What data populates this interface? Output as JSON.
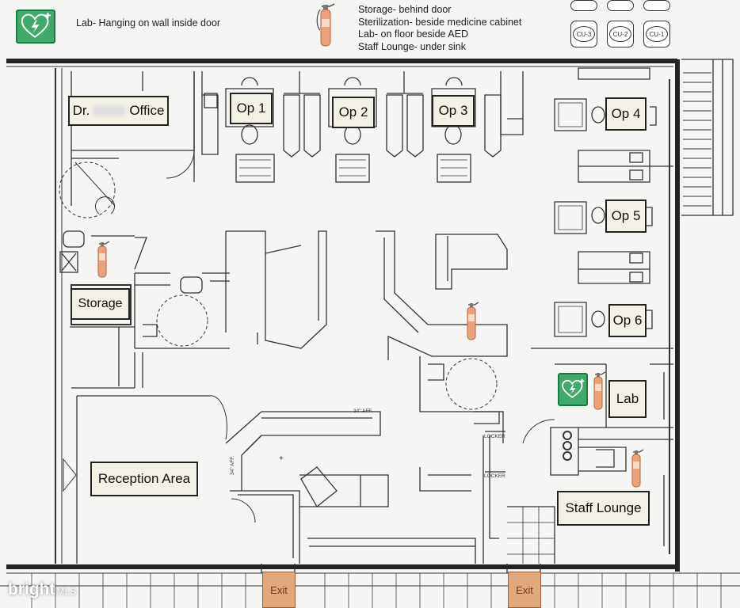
{
  "legend": {
    "lab_note": "Lab- Hanging on wall inside door",
    "extinguisher_notes": [
      "Storage- behind door",
      "Sterilization- beside medicine cabinet",
      "Lab- on floor beside AED",
      "Staff Lounge- under sink"
    ]
  },
  "condenser_units": [
    "CU-3",
    "CU-2",
    "CU-1"
  ],
  "rooms": {
    "dr_office_prefix": "Dr.",
    "dr_office_suffix": "Office",
    "op1": "Op 1",
    "op2": "Op 2",
    "op3": "Op 3",
    "op4": "Op 4",
    "op5": "Op 5",
    "op6": "Op 6",
    "storage": "Storage",
    "reception": "Reception Area",
    "lab": "Lab",
    "staff_lounge": "Staff Lounge"
  },
  "notes": {
    "counter_height_1": "34\" AFF.",
    "counter_height_2": "34\" AFF.",
    "locker_1": "LOCKER",
    "locker_2": "LOCKER"
  },
  "exits": [
    "Exit",
    "Exit"
  ],
  "watermark": {
    "brand": "bright",
    "suffix": "MLS"
  },
  "colors": {
    "aed_green": "#3faa6a",
    "extinguisher_orange": "#e9a27c",
    "exit_fill": "#e3a77c",
    "label_fill": "#f3f1e6"
  },
  "icons": [
    "aed-icon",
    "fire-extinguisher-icon",
    "condenser-unit-icon",
    "exit-sign"
  ]
}
